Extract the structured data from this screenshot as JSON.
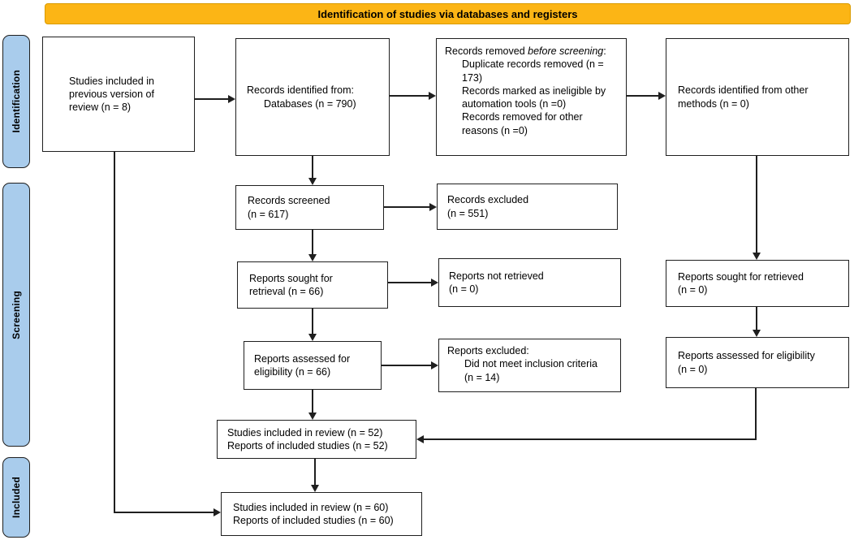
{
  "banner": {
    "title": "Identification of studies via databases and registers"
  },
  "stages": [
    {
      "label": "Identification"
    },
    {
      "label": "Screening"
    },
    {
      "label": "Included"
    }
  ],
  "colors": {
    "banner_bg": "#FCB515",
    "banner_border": "#D99B00",
    "stage_bg": "#A9CCEC",
    "line": "#1F1F1F"
  },
  "boxes": {
    "previous_studies": {
      "text": "Studies included in\nprevious version of\nreview (n = 8)"
    },
    "records_identified": {
      "line1": "Records identified from:",
      "line2": "Databases (n = 790)"
    },
    "records_removed": {
      "prefix": "Records removed ",
      "italic": "before screening",
      "suffix": ":",
      "items": [
        "Duplicate records removed (n =\n173)",
        "Records marked as ineligible by\nautomation tools (n =0)",
        "Records removed for other\nreasons (n =0)"
      ]
    },
    "other_methods": {
      "text": "Records identified from other\nmethods (n = 0)"
    },
    "records_screened": {
      "text": "Records screened\n(n = 617)"
    },
    "records_excluded": {
      "text": "Records excluded\n(n = 551)"
    },
    "reports_sought": {
      "text": "Reports sought for\nretrieval (n = 66)"
    },
    "reports_not_retrieved": {
      "text": "Reports not retrieved\n(n = 0)"
    },
    "reports_assessed": {
      "text": "Reports assessed for\neligibility (n = 66)"
    },
    "reports_excluded": {
      "line1": "Reports excluded:",
      "line2": "Did not meet inclusion criteria\n(n = 14)"
    },
    "other_reports_sought": {
      "text": "Reports sought for retrieved\n(n = 0)"
    },
    "other_reports_assessed": {
      "text": "Reports assessed for eligibility\n(n = 0)"
    },
    "included_in_review": {
      "text": "Studies included in review (n = 52)\nReports of included studies (n = 52)"
    },
    "included_total": {
      "text": "Studies included in review (n = 60)\nReports of included studies (n = 60)"
    }
  }
}
